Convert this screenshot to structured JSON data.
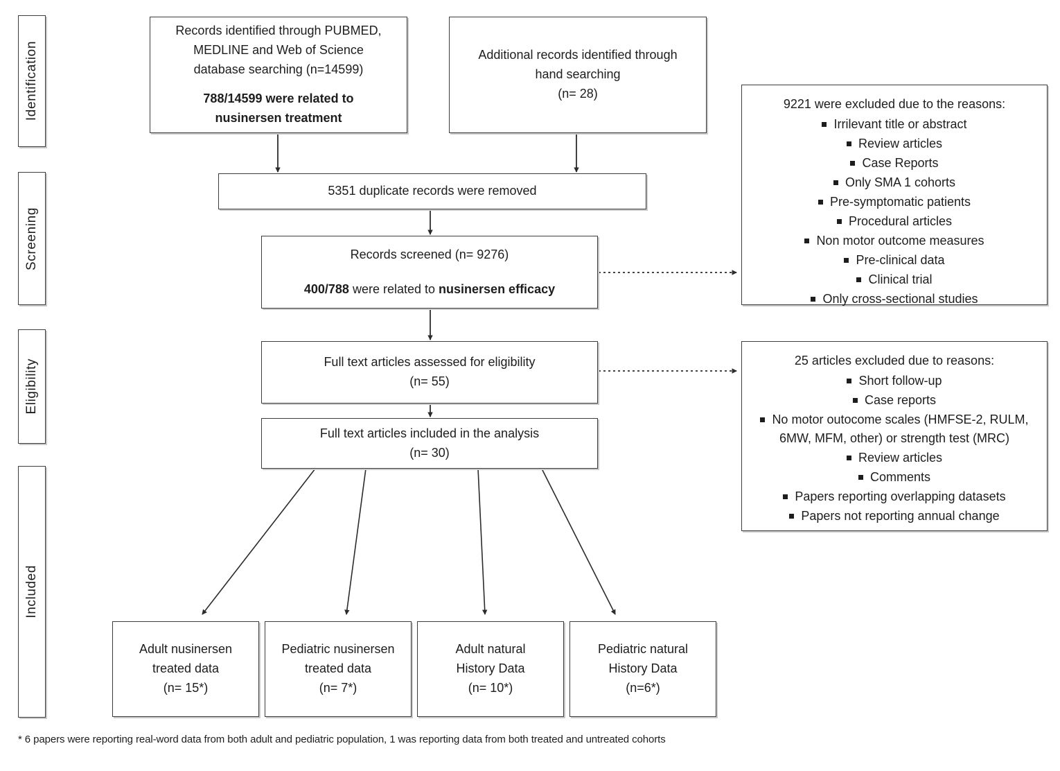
{
  "diagram": {
    "title": "PRISMA flow diagram",
    "stages": [
      {
        "label": "Identification"
      },
      {
        "label": "Screening"
      },
      {
        "label": "Eligibility"
      },
      {
        "label": "Included"
      }
    ],
    "boxes": {
      "database_search": {
        "line1": "Records identified through PUBMED,",
        "line2": "MEDLINE and Web of Science",
        "line3": "database searching (n=14599)",
        "line4": "788/14599 were related to",
        "line5": "nusinersen treatment"
      },
      "hand_search": {
        "line1": "Additional records identified through",
        "line2": "hand searching",
        "line3": "(n= 28)"
      },
      "duplicates_removed": {
        "line1": "5351 duplicate records were removed"
      },
      "records_screened": {
        "line1": "Records screened  (n= 9276)",
        "line2_bold": "400/788",
        "line2_mid": " were related to ",
        "line2_bold2": "nusinersen efficacy"
      },
      "full_text_assessed": {
        "line1": "Full text articles assessed for eligibility",
        "line2": "(n= 55)"
      },
      "full_text_included": {
        "line1": "Full text articles included in the analysis",
        "line2": "(n= 30)"
      },
      "result_adult_treated": {
        "line1": "Adult nusinersen",
        "line2": "treated data",
        "line3": "(n= 15*)"
      },
      "result_pediatric_treated": {
        "line1": "Pediatric nusinersen",
        "line2": "treated data",
        "line3": "(n= 7*)"
      },
      "result_adult_natural": {
        "line1": "Adult natural",
        "line2": "History Data",
        "line3": "(n= 10*)"
      },
      "result_pediatric_natural": {
        "line1": "Pediatric natural",
        "line2": "History Data",
        "line3": "(n=6*)"
      }
    },
    "exclusions": {
      "screening": {
        "heading": "9221 were excluded due to the reasons:",
        "items": [
          "Irrilevant title or abstract",
          "Review articles",
          "Case Reports",
          "Only SMA 1 cohorts",
          "Pre-symptomatic patients",
          "Procedural articles",
          "Non motor outcome measures",
          "Pre-clinical data",
          "Clinical trial",
          "Only cross-sectional studies"
        ]
      },
      "eligibility": {
        "heading": "25 articles excluded due to reasons:",
        "items": [
          "Short follow-up",
          "Case reports",
          "No motor outocome scales (HMFSE-2, RULM, 6MW, MFM, other) or strength test (MRC)",
          "Review articles",
          "Comments",
          "Papers reporting overlapping datasets",
          "Papers not reporting annual change"
        ]
      }
    },
    "footnote": "* 6 papers were reporting real-word data from both adult and pediatric population, 1 was reporting data from both treated and untreated cohorts",
    "colors": {
      "border": "#3c3c3c",
      "shadow": "#c9c9c9",
      "text": "#1d1d1d",
      "background": "#ffffff",
      "arrow": "#2b2b2b"
    }
  }
}
